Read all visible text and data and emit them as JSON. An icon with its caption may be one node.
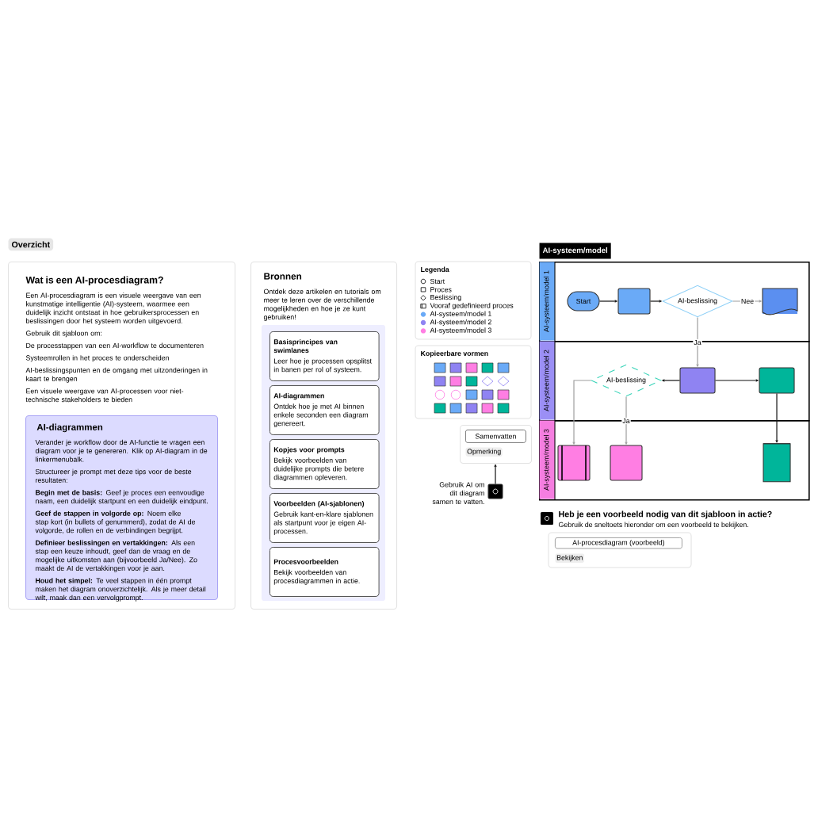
{
  "diagram": {
    "nodes": [
      {
        "text": [
          "Wat is een AI-procesdiagram?",
          "Een AI-procesdiagram is een visuele weergave van een kunstmatige intelligentie (AI)-systeem, waarmee een duidelijk inzicht ontstaat in hoe gebruikersprocessen en beslissingen door het systeem worden uitgevoerd.",
          "Gebruik dit sjabloon om:",
          "De processtappen van een AI-workflow te documenteren",
          "Systeemrollen in het proces te onderscheiden",
          "AI-beslissingspunten en de omgang met uitzonderingen in kaart te brengen",
          "Een visuele weergave van AI-processen voor niet-technische stakeholders te bieden"
        ]
      },
      {
        "text": [
          "AI-diagrammen",
          "Verander je workflow door de AI-functie te vragen een diagram voor je te genereren. Klik op AI-diagram in de linkermenubalk.",
          "Structureer je prompt met deze tips voor de beste resultaten:",
          "**Begin met de basis:** Geef je proces een eenvoudige naam, een duidelijk startpunt en een duidelijk eindpunt.",
          "**Geef de stappen in volgorde op:** Noem elke stap kort (in bullets of genummerd), zodat de AI de volgorde, de rollen en de verbindingen begrijpt.",
          "**Definieer beslissingen en vertakkingen:** Als een stap een keuze inhoudt, geef dan de vraag en de mogelijke uitkomsten aan (bijvoorbeeld Ja/Nee). Zo maakt de AI de vertakkingen voor je aan.",
          "**Houd het simpel:** Te veel stappen in één prompt maken het diagram onoverzichtelijk. Als je meer detail wilt, maak dan een vervolgprompt."
        ],
        "in": 0
      },
      {
        "text": [
          "Bronnen",
          "Ontdek deze artikelen en tutorials om meer te leren over de verschillende mogelijkheden en hoe je ze kunt gebruiken!"
        ]
      },
      {
        "text": [
          "Basisprincipes van swimlanes",
          "Leer hoe je processen opsplitst in banen per rol of systeem."
        ],
        "in": 2
      },
      {
        "text": [
          "AI-diagrammen",
          "Ontdek hoe je met AI binnen enkele seconden een diagram genereert."
        ],
        "in": 2
      },
      {
        "text": [
          "Kopjes voor prompts",
          "Bekijk voorbeelden van duidelijke prompts die betere diagrammen opleveren."
        ],
        "in": 2
      },
      {
        "text": [
          "Voorbeelden (AI-sjablonen)",
          "Gebruik kant-en-klare sjablonen als startpunt voor je eigen AI-processen."
        ],
        "in": 2
      },
      {
        "text": [
          "Procesvoorbeelden",
          "Bekijk voorbeelden van procesdiagrammen in actie."
        ],
        "in": 2
      },
      {
        "text": [
          "AI-systeem/model"
        ]
      },
      {
        "text": [
          "AI-systeem/model 1"
        ]
      },
      {
        "text": [
          "AI-systeem/model 2"
        ]
      },
      {
        "text": [
          "AI-systeem/model 3"
        ]
      },
      {
        "text": [
          "Start"
        ],
        "in": 9
      },
      {
        "text": [],
        "shape": "box",
        "in": 9
      },
      {
        "text": [
          "AI-beslissing"
        ],
        "in": 9
      },
      {
        "text": [],
        "shape": "document",
        "in": 9
      },
      {
        "text": [
          "AI-beslissing"
        ],
        "in": 10
      },
      {
        "text": [],
        "shape": "box",
        "in": 10
      },
      {
        "text": [],
        "shape": "box",
        "in": 10
      },
      {
        "text": [],
        "shape": "box",
        "in": 11
      },
      {
        "text": [],
        "shape": "box",
        "in": 11
      },
      {
        "text": [],
        "shape": "cylinder",
        "in": 11
      },
      {
        "text": [],
        "shape": "box"
      },
      {
        "text": [
          "Samenvatten"
        ],
        "in": 22
      },
      {
        "text": [
          "Opmerking"
        ],
        "in": 22
      },
      {
        "text": [],
        "shape": "box",
        "beside": [
          "Gebruik AI om dit diagram samen te vatten."
        ]
      }
    ],
    "edges": [
      {
        "from": 12,
        "to": 13,
        "arrow": "to"
      },
      {
        "from": 13,
        "to": 14,
        "arrow": "to"
      },
      {
        "from": 14,
        "to": 15,
        "arrow": "to",
        "label": "Nee",
        "color": "#9e9e9e"
      },
      {
        "from": 14,
        "to": 17,
        "arrow": "to",
        "label": "Ja",
        "color": "#9e9e9e"
      },
      {
        "from": 17,
        "to": 16,
        "arrow": "to"
      },
      {
        "from": 17,
        "to": 18,
        "arrow": "to"
      },
      {
        "from": 18,
        "to": 21,
        "arrow": "to"
      },
      {
        "from": 16,
        "to": 20,
        "arrow": "to",
        "label": "Ja",
        "color": "#9e9e9e"
      },
      {
        "from": 16,
        "to": 19,
        "arrow": "to",
        "color": "#9e9e9e"
      },
      {
        "from": 25,
        "to": 22,
        "arrow": "to"
      }
    ],
    "labels": [
      "Overzicht",
      "Legenda",
      "Kopieerbare vormen",
      "Heb je een voorbeeld nodig van dit sjabloon in actie?",
      "Gebruik de sneltoets hieronder om een voorbeeld te bekijken.",
      "AI-procesdiagram (voorbeeld)",
      "Bekijken"
    ],
    "legend": [
      {
        "text": "Start"
      },
      {
        "text": "Proces"
      },
      {
        "text": "Beslissing"
      },
      {
        "text": "Vooraf gedefinieerd proces"
      },
      {
        "text": "AI-systeem/model 1",
        "color": "#6aaaf7"
      },
      {
        "text": "AI-systeem/model 2",
        "color": "#8f83f2"
      },
      {
        "text": "AI-systeem/model 3",
        "color": "#ff7ee3"
      }
    ]
  }
}
